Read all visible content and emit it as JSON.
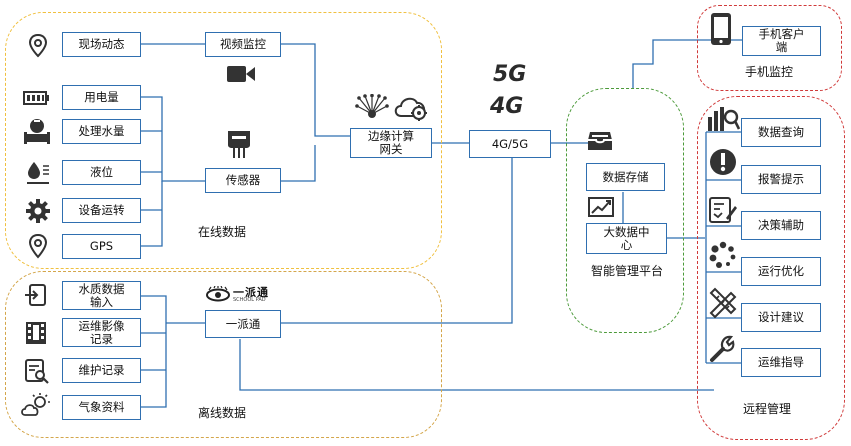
{
  "regions": {
    "online": {
      "label": "在线数据",
      "color": "#f0c040"
    },
    "offline": {
      "label": "离线数据",
      "color": "#d4a64a"
    },
    "mobile": {
      "label": "手机监控",
      "color": "#d03a3a"
    },
    "platform": {
      "label": "智能管理平台",
      "color": "#4c9a3a"
    },
    "remote": {
      "label": "远程管理",
      "color": "#d03a3a"
    }
  },
  "online_sources": [
    "现场动态",
    "用电量",
    "处理水量",
    "液位",
    "设备运转",
    "GPS"
  ],
  "offline_sources": [
    "水质数据\n输入",
    "运维影像\n记录",
    "维护记录",
    "气象资料"
  ],
  "hubs": {
    "video": "视频监控",
    "sensor": "传感器",
    "edge": "边缘计算\n网关",
    "network": "4G/5G",
    "yipaitong": "一派通",
    "yipaitong_logo": "一派通",
    "yipaitong_logo_sub": "SCHOOL PAD"
  },
  "signals": {
    "g5": "5G",
    "g4": "4G"
  },
  "platform_nodes": {
    "storage": "数据存储",
    "bigdata": "大数据中\n心"
  },
  "mobile_client": "手机客户\n端",
  "remote_functions": [
    "数据查询",
    "报警提示",
    "决策辅助",
    "运行优化",
    "设计建议",
    "运维指导"
  ],
  "colors": {
    "box_border": "#2f6fb0",
    "line": "#2f6fb0",
    "icon": "#333333"
  }
}
